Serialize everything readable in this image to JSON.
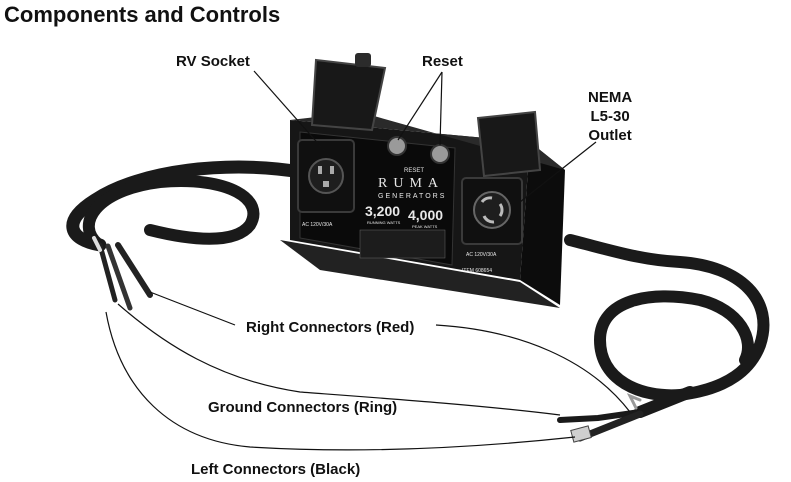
{
  "title": "Components and Controls",
  "labels": {
    "rv_socket": "RV Socket",
    "reset": "Reset",
    "nema_line1": "NEMA",
    "nema_line2": "L5-30",
    "nema_line3": "Outlet",
    "right_connectors": "Right Connectors (Red)",
    "ground_connectors": "Ground Connectors (Ring)",
    "left_connectors": "Left Connectors (Black)"
  },
  "device_text": {
    "brand": "RUMA",
    "sub_brand": "GENERATORS",
    "running_watts": "3,200",
    "running_label": "RUNNING WATTS",
    "peak_watts": "4,000",
    "peak_label": "PEAK WATTS",
    "reset_label": "RESET",
    "ac_left": "AC 120V/30A",
    "ac_right": "AC 120V/30A",
    "item": "ITEM 608654"
  }
}
